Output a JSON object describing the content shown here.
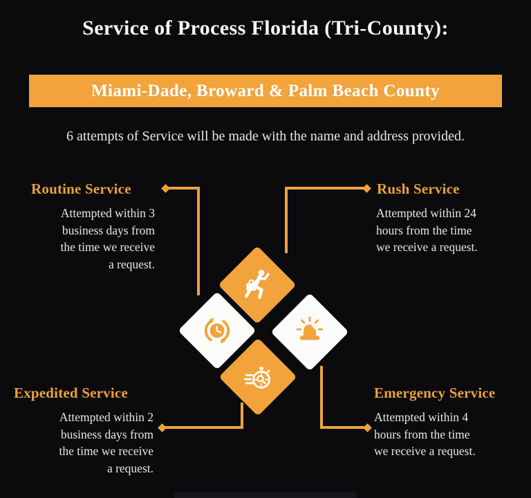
{
  "header": {
    "title": "Service of Process Florida (Tri-County):",
    "banner": "Miami-Dade, Broward & Palm Beach County",
    "subtitle": "6 attempts of Service will be made with the name and address provided."
  },
  "services": [
    {
      "name": "Routine Service",
      "description": "Attempted within 3 business days from the time we receive a request.",
      "lines": [
        "Attempted within 3",
        "business days from",
        "the time we receive",
        "a request."
      ],
      "icon": "recurring-clock-icon",
      "diamond_style": "white"
    },
    {
      "name": "Rush Service",
      "description": "Attempted within 24 hours from the time we receive a request.",
      "lines": [
        "Attempted within 24",
        "hours from the time",
        "we receive a request."
      ],
      "icon": "running-courier-icon",
      "diamond_style": "orange"
    },
    {
      "name": "Expedited Service",
      "description": "Attempted within 2 business days from the time we receive a request.",
      "lines": [
        "Attempted within 2",
        "business days from",
        "the time we receive",
        "a request."
      ],
      "icon": "speeding-stopwatch-icon",
      "diamond_style": "orange"
    },
    {
      "name": "Emergency Service",
      "description": "Attempted within 4 hours from the time we receive a request.",
      "lines": [
        "Attempted within 4",
        "hours from the time",
        "we receive a request."
      ],
      "icon": "emergency-siren-icon",
      "diamond_style": "white"
    }
  ],
  "colors": {
    "background": "#0b0b0d",
    "accent_orange": "#f2a33c",
    "connector_orange": "#efa23b",
    "heading_text": "#e8a23b",
    "body_text": "#e9e7e2",
    "title_text": "#f8f8f5"
  }
}
